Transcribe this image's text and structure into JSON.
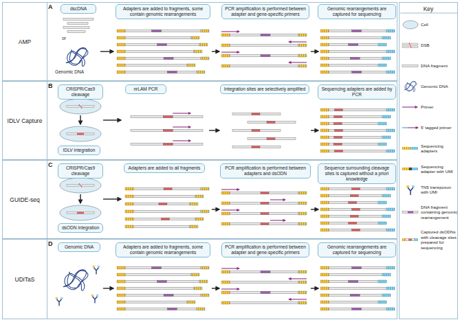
{
  "diagram": {
    "nodes": [
      {
        "text": [
          "A",
          "AMP"
        ]
      },
      {
        "text": [
          "dscDNA"
        ],
        "in": 0
      },
      {
        "text": [
          "Adapters are added to fragments, some contain genomic rearrangements"
        ],
        "in": 0
      },
      {
        "text": [
          "PCR amplification is performed between adapter and gene-specific primers"
        ],
        "in": 0
      },
      {
        "text": [
          "Genomic rearrangements are captured for sequencing"
        ],
        "in": 0
      },
      {
        "text": [
          "B",
          "IDLV Capture"
        ]
      },
      {
        "text": [
          "CRISPR/Cas9 cleavage"
        ],
        "in": 5
      },
      {
        "text": [
          "IDLV integration"
        ],
        "in": 5
      },
      {
        "text": [
          "nrLAM PCR"
        ],
        "in": 5
      },
      {
        "text": [
          "Integration sites are selectively amplified"
        ],
        "in": 5
      },
      {
        "text": [
          "Sequencing adapters are added by PCR"
        ],
        "in": 5
      },
      {
        "text": [
          "C",
          "GUIDE-seq"
        ]
      },
      {
        "text": [
          "CRISPR/Cas9 cleavage"
        ],
        "in": 11
      },
      {
        "text": [
          "dsODN integration"
        ],
        "in": 11
      },
      {
        "text": [
          "Adapters are added to all fragments"
        ],
        "in": 11
      },
      {
        "text": [
          "PCR amplification is performed between adapters and dsODN"
        ],
        "in": 11
      },
      {
        "text": [
          "Sequence surrounding cleavage sites is captured without a priori knowledge"
        ],
        "in": 11
      },
      {
        "text": [
          "D",
          "UDiTaS"
        ]
      },
      {
        "text": [
          "Genomic DNA"
        ],
        "in": 17
      },
      {
        "text": [
          "Adapters are added to fragments, some contain genomic rearrangements"
        ],
        "in": 17
      },
      {
        "text": [
          "PCR amplification is performed between adapter and gene-specific primers"
        ],
        "in": 17
      },
      {
        "text": [
          "Genomic rearrangements are captured for sequencing"
        ],
        "in": 17
      },
      {
        "text": [
          "Key"
        ]
      }
    ],
    "labels": [
      "or",
      "Genomic DNA"
    ],
    "legend": [
      {
        "text": "Cell"
      },
      {
        "text": "DSB"
      },
      {
        "text": "DNA fragment"
      },
      {
        "text": "Genomic DNA"
      },
      {
        "text": "Primer"
      },
      {
        "text": "5' tagged primer"
      },
      {
        "text": "Sequencing adapters"
      },
      {
        "text": "Sequencing adapter with UMI"
      },
      {
        "text": "TN5 transposon with UMI"
      },
      {
        "text": "DNA fragment containing genomic rearrangement"
      },
      {
        "text": "Captured dsODNs with cleavage sites prepared for sequencing"
      }
    ]
  }
}
